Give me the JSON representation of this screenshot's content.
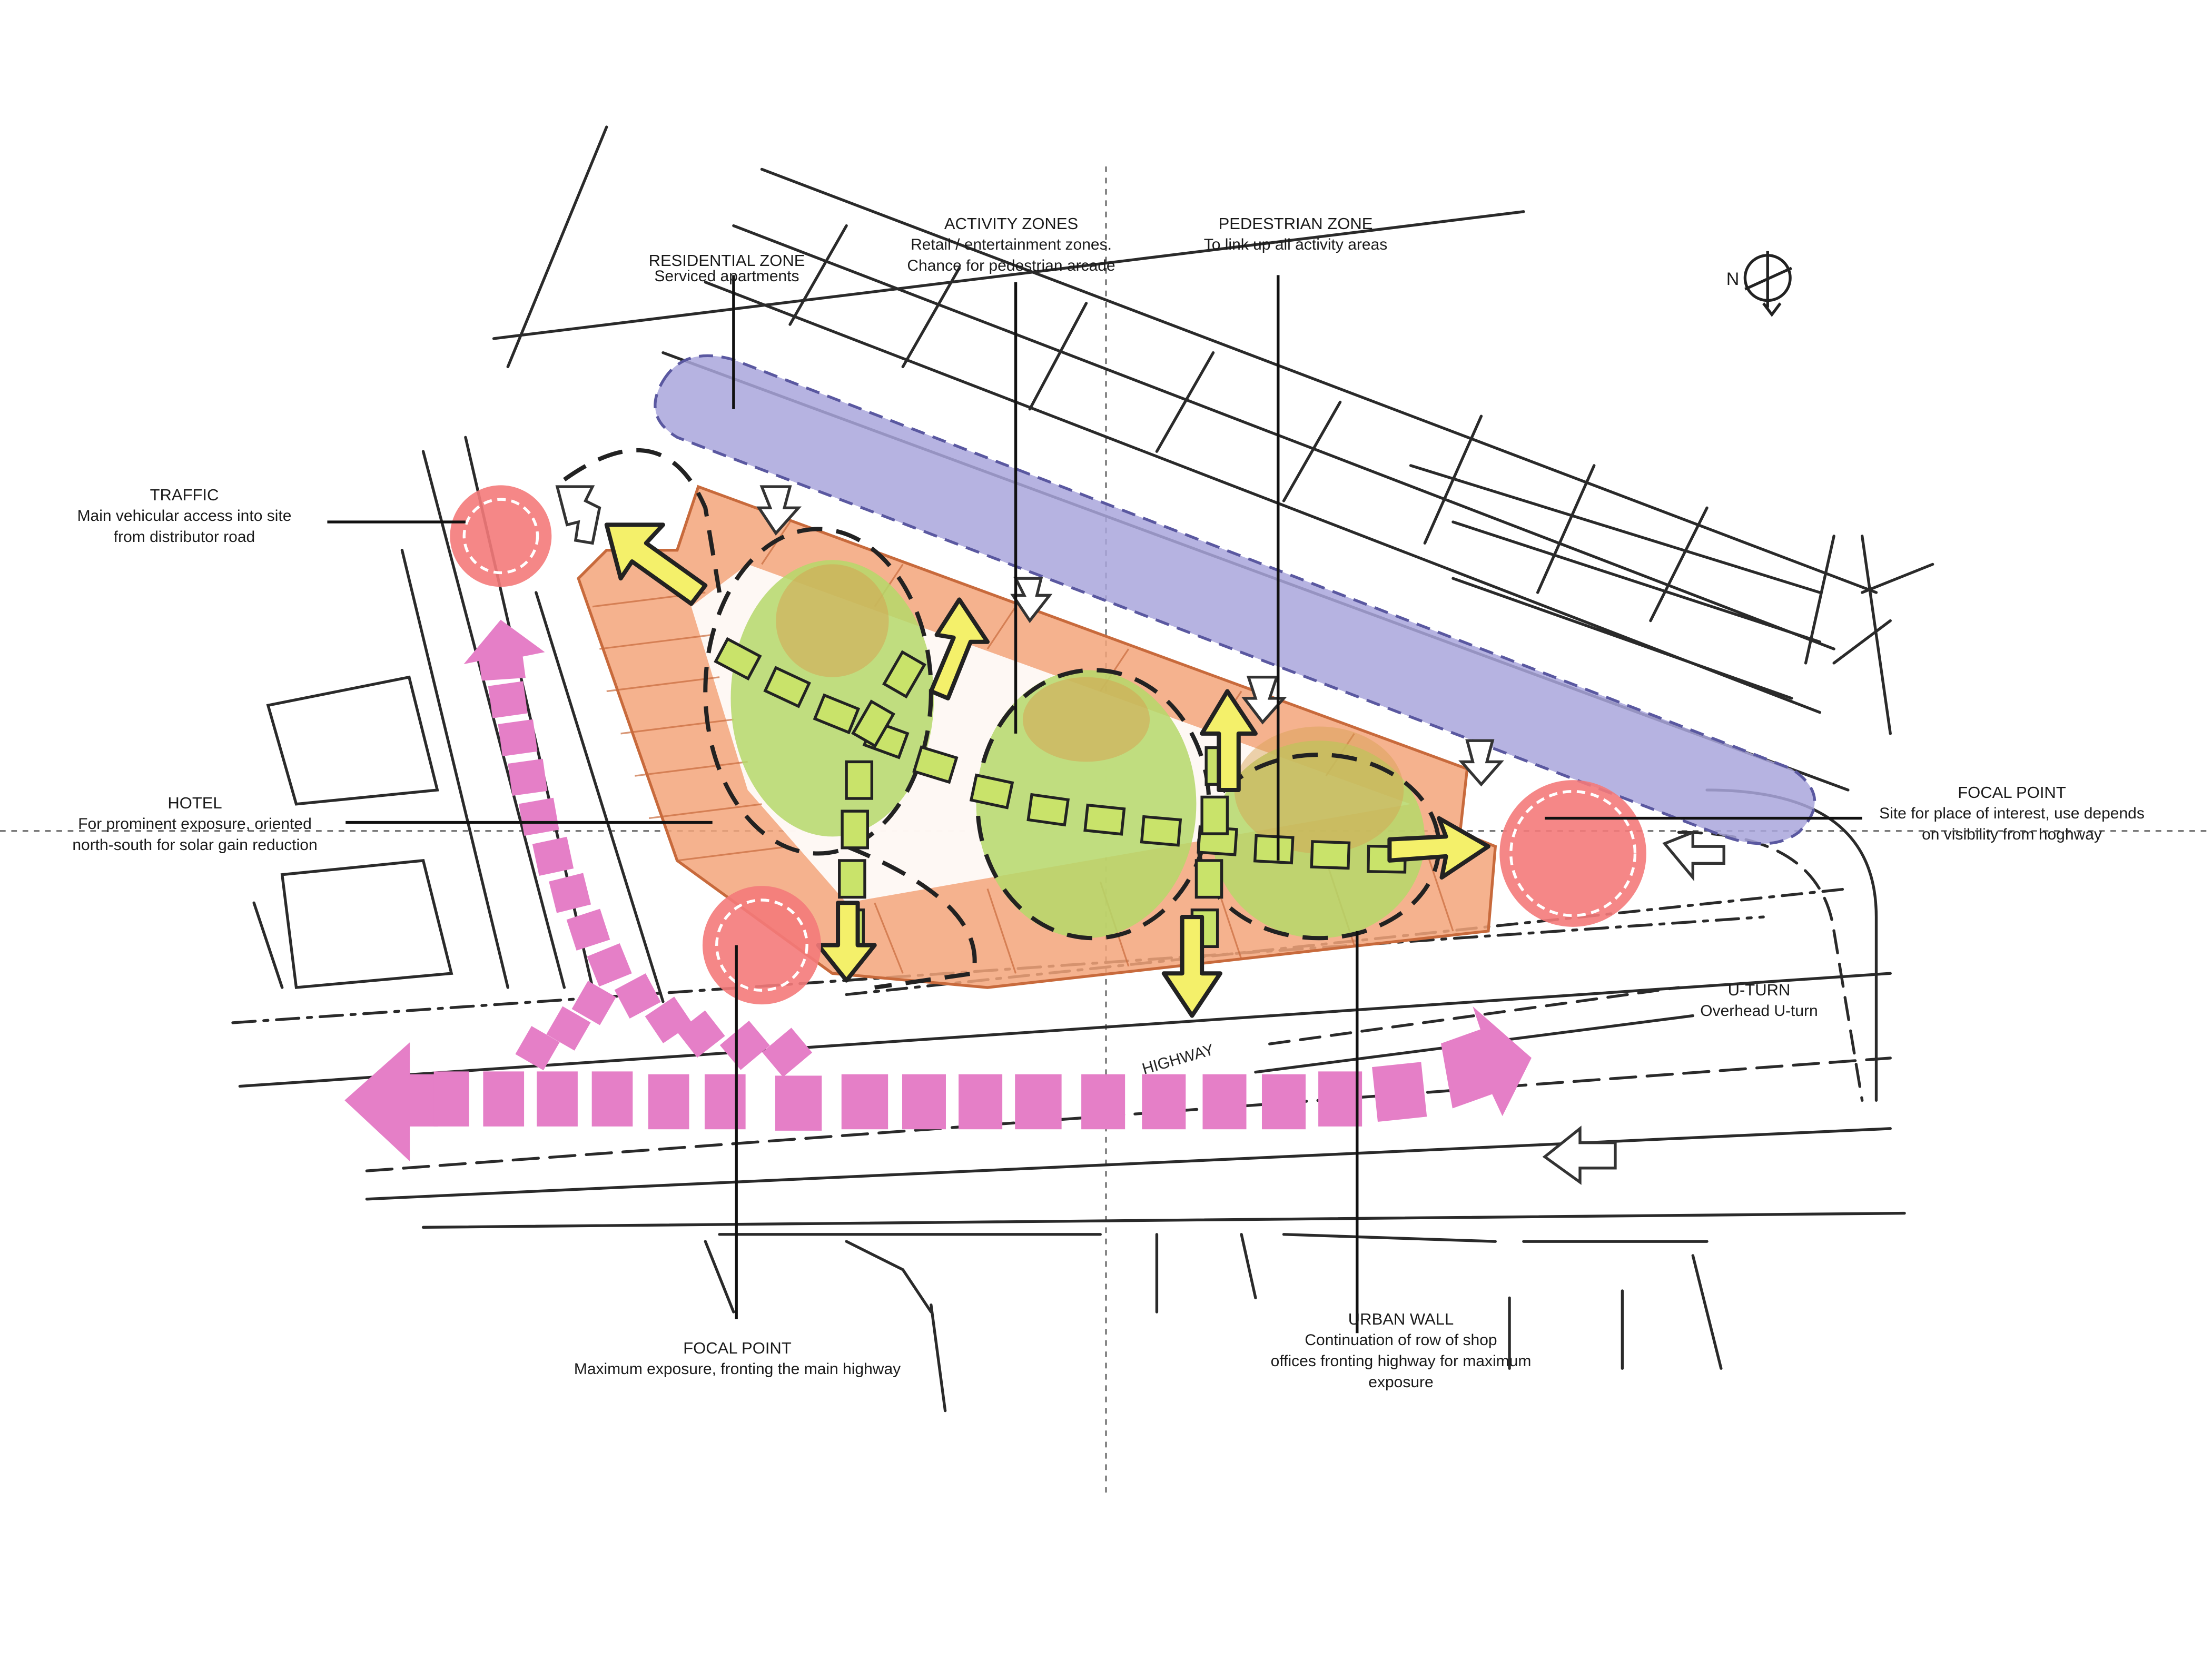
{
  "labels": {
    "residential": {
      "title": "RESIDENTIAL ZONE",
      "desc": "Serviced apartments"
    },
    "activity": {
      "title": "ACTIVITY ZONES",
      "desc": "Retail / entertainment zones.\nChance for pedestrian arcade"
    },
    "pedestrian": {
      "title": "PEDESTRIAN ZONE",
      "desc": "To link up all activity areas"
    },
    "traffic": {
      "title": "TRAFFIC",
      "desc": "Main vehicular access into site\nfrom distributor road"
    },
    "hotel": {
      "title": "HOTEL",
      "desc": "For prominent exposure, oriented\nnorth-south for solar gain reduction"
    },
    "focal_right": {
      "title": "FOCAL POINT",
      "desc": "Site for place of interest, use depends\non visibility from hoghway"
    },
    "uturn": {
      "title": "U-TURN",
      "desc": "Overhead U-turn"
    },
    "focal_bottom": {
      "title": "FOCAL POINT",
      "desc": "Maximum exposure, fronting the main highway"
    },
    "urban_wall": {
      "title": "URBAN WALL",
      "desc": "Continuation of row of shop\noffices fronting highway for maximum\nexposure"
    },
    "highway": "HIGHWAY",
    "north": "N"
  },
  "colors": {
    "residential": "#a9a6dc",
    "commercial": "#f3a47a",
    "activity": "#b5d86a",
    "focal": "#f47a7a",
    "vehicular": "#e57fc7",
    "pedestrian_arrow": "#f4f06a",
    "linework": "#2a2a2a"
  },
  "icons": [
    "north-arrow-icon",
    "vehicular-arrow-icon",
    "pedestrian-arrow-icon",
    "entry-arrow-icon"
  ]
}
